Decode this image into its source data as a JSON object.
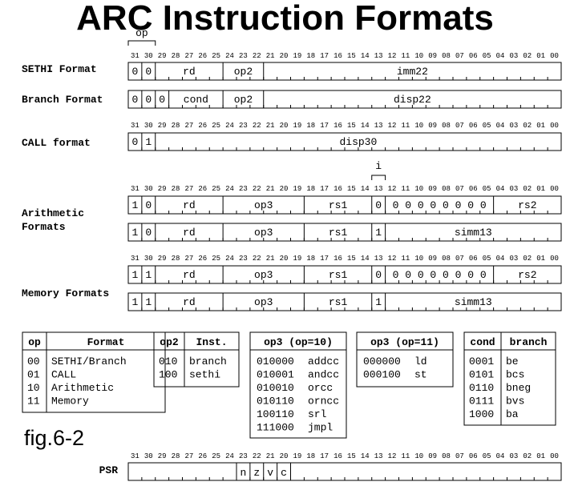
{
  "title": "ARC  Instruction Formats",
  "caption": "fig.6-2",
  "op_marker": "op",
  "i_marker": "i",
  "bit_numbers": [
    "31",
    "30",
    "29",
    "28",
    "27",
    "26",
    "25",
    "24",
    "23",
    "22",
    "21",
    "20",
    "19",
    "18",
    "17",
    "16",
    "15",
    "14",
    "13",
    "12",
    "11",
    "10",
    "09",
    "08",
    "07",
    "06",
    "05",
    "04",
    "03",
    "02",
    "01",
    "00"
  ],
  "formats": {
    "sethi": {
      "label": "SETHI Format",
      "fields": [
        "0",
        "0",
        "rd",
        "op2",
        "imm22"
      ]
    },
    "branch": {
      "label": "Branch Format",
      "fields": [
        "0",
        "0",
        "0",
        "cond",
        "op2",
        "disp22"
      ]
    },
    "call": {
      "label": "CALL format",
      "fields": [
        "0",
        "1",
        "disp30"
      ]
    },
    "arith_label": [
      "Arithmetic",
      "Formats"
    ],
    "arith1": {
      "fields": [
        "1",
        "0",
        "rd",
        "op3",
        "rs1",
        "0",
        "0 0 0 0 0 0 0 0",
        "rs2"
      ]
    },
    "arith2": {
      "fields": [
        "1",
        "0",
        "rd",
        "op3",
        "rs1",
        "1",
        "simm13"
      ]
    },
    "mem_label": "Memory Formats",
    "mem1": {
      "fields": [
        "1",
        "1",
        "rd",
        "op3",
        "rs1",
        "0",
        "0 0 0 0 0 0 0 0",
        "rs2"
      ]
    },
    "mem2": {
      "fields": [
        "1",
        "1",
        "rd",
        "op3",
        "rs1",
        "1",
        "simm13"
      ]
    }
  },
  "psr": {
    "label": "PSR",
    "flags": [
      "n",
      "z",
      "v",
      "c"
    ]
  },
  "tables": {
    "op": {
      "headers": [
        "op",
        "Format"
      ],
      "rows": [
        [
          "00",
          "SETHI/Branch"
        ],
        [
          "01",
          "CALL"
        ],
        [
          "10",
          "Arithmetic"
        ],
        [
          "11",
          "Memory"
        ]
      ]
    },
    "op2": {
      "headers": [
        "op2",
        "Inst."
      ],
      "rows": [
        [
          "010",
          "branch"
        ],
        [
          "100",
          "sethi"
        ]
      ]
    },
    "op3_10": {
      "header": "op3  (op=10)",
      "rows": [
        [
          "010000",
          "addcc"
        ],
        [
          "010001",
          "andcc"
        ],
        [
          "010010",
          "orcc"
        ],
        [
          "010110",
          "orncc"
        ],
        [
          "100110",
          "srl"
        ],
        [
          "111000",
          "jmpl"
        ]
      ]
    },
    "op3_11": {
      "header": "op3  (op=11)",
      "rows": [
        [
          "000000",
          "ld"
        ],
        [
          "000100",
          "st"
        ]
      ]
    },
    "cond": {
      "headers": [
        "cond",
        "branch"
      ],
      "rows": [
        [
          "0001",
          "be"
        ],
        [
          "0101",
          "bcs"
        ],
        [
          "0110",
          "bneg"
        ],
        [
          "0111",
          "bvs"
        ],
        [
          "1000",
          "ba"
        ]
      ]
    }
  }
}
